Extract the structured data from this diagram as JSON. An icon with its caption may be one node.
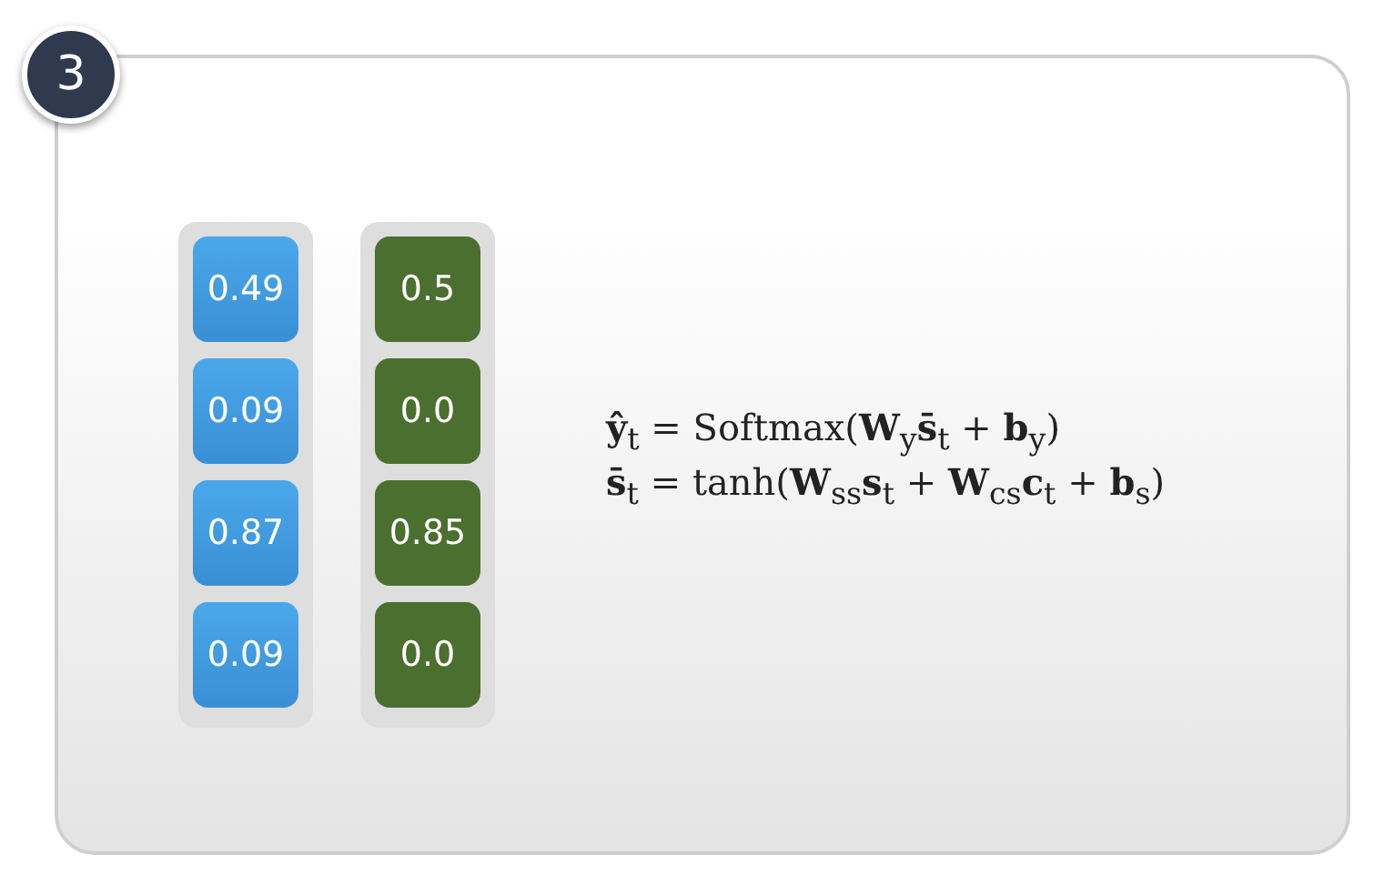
{
  "diagram": {
    "nodes": [
      {
        "text": [],
        "shape": "box"
      },
      {
        "text": [
          "3"
        ]
      },
      {
        "text": [],
        "shape": "bar",
        "in": 0
      },
      {
        "text": [
          "0.49"
        ],
        "in": 2
      },
      {
        "text": [
          "0.09"
        ],
        "in": 2
      },
      {
        "text": [
          "0.87"
        ],
        "in": 2
      },
      {
        "text": [
          "0.09"
        ],
        "in": 2
      },
      {
        "text": [],
        "shape": "bar",
        "in": 0
      },
      {
        "text": [
          "0.5"
        ],
        "in": 7
      },
      {
        "text": [
          "0.0"
        ],
        "in": 7
      },
      {
        "text": [
          "0.85"
        ],
        "in": 7
      },
      {
        "text": [
          "0.0"
        ],
        "in": 7
      }
    ],
    "labels": [
      "**ŷ**$_{t}$ = Softmax(**W**$_{y}$**s̄**$_{t}$ + **b**$_{y}$)",
      "**s̄**$_{t}$ = tanh(**W**$_{ss}$**s**$_{t}$ + **W**$_{cs}$**c**$_{t}$ + **b**$_{s}$)"
    ]
  }
}
